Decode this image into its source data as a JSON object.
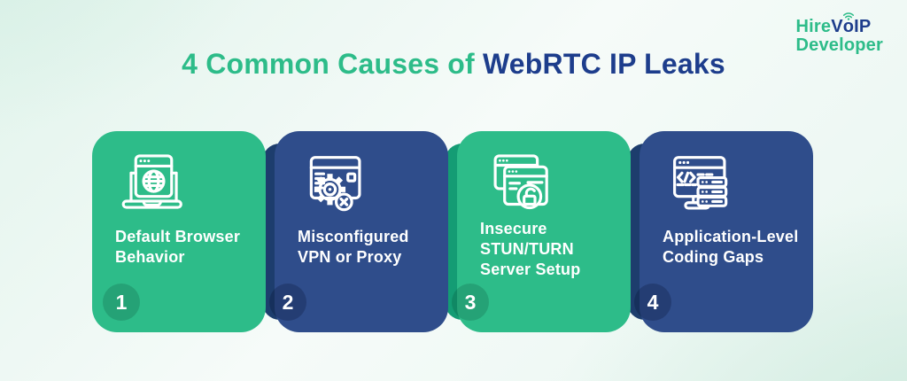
{
  "header": {
    "title_part1": "4 Common Causes of ",
    "title_part2": "WebRTC IP Leaks"
  },
  "logo": {
    "hire": "Hire",
    "voip_v": "V",
    "voip_o": "o",
    "voip_ip": "IP",
    "developer": "Developer",
    "wifi_icon": "wifi-signal-icon"
  },
  "colors": {
    "title_green": "#2dbc89",
    "title_navy": "#1d3d8c",
    "card_green": "#2dbc89",
    "card_blue": "#2f4d8b",
    "strip_green": "#149c74",
    "strip_blue": "#1d3d6d",
    "card_text": "#ffffff"
  },
  "cards": [
    {
      "number": "1",
      "title": "Default Browser\nBehavior",
      "theme": "green",
      "icon": "browser-globe-laptop-icon"
    },
    {
      "number": "2",
      "title": "Misconfigured\nVPN or Proxy",
      "theme": "blue",
      "icon": "browser-gear-error-icon"
    },
    {
      "number": "3",
      "title": "Insecure\nSTUN/TURN\nServer Setup",
      "theme": "green",
      "icon": "windows-unlocked-padlock-icon"
    },
    {
      "number": "4",
      "title": "Application-Level\nCoding Gaps",
      "theme": "blue",
      "icon": "code-window-server-stack-icon"
    }
  ]
}
